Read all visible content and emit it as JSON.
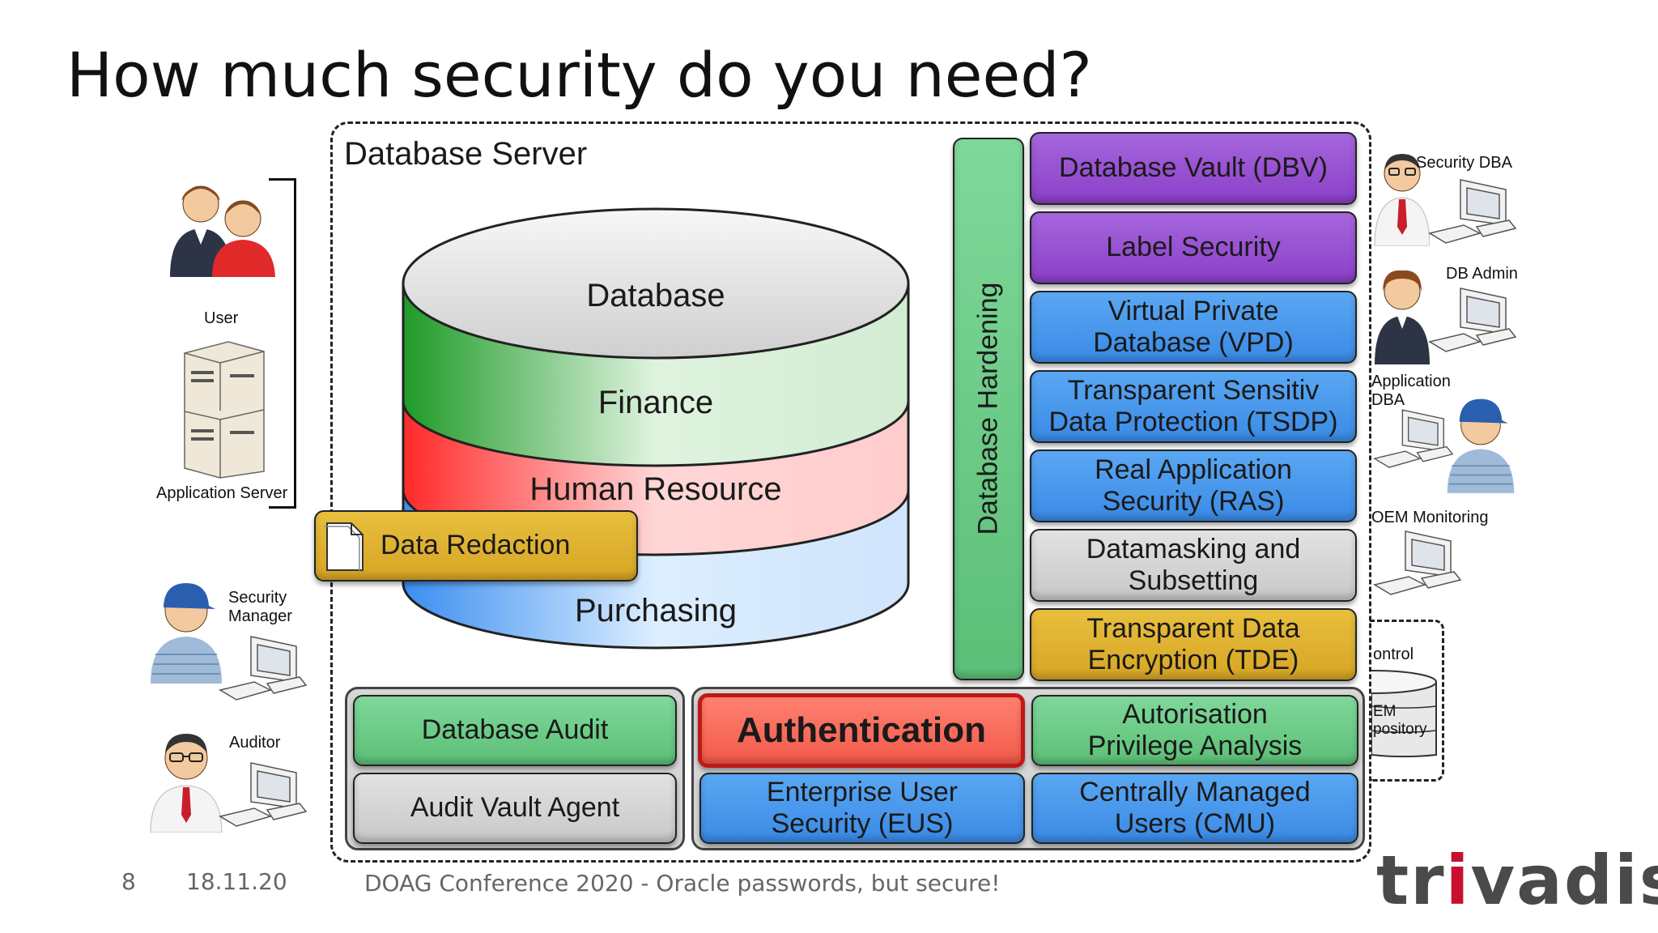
{
  "title": "How much security do you need?",
  "server": {
    "label": "Database Server"
  },
  "database": {
    "layers": [
      "Database",
      "Finance",
      "Human Resource",
      "Purchasing"
    ],
    "redaction": "Data Redaction"
  },
  "hardening": "Database Hardening",
  "features": [
    {
      "label": "Database Vault (DBV)",
      "color": "#9b51d6"
    },
    {
      "label": "Label Security",
      "color": "#9b51d6"
    },
    {
      "label": "Virtual Private\nDatabase (VPD)",
      "color": "#4a9aef"
    },
    {
      "label": "Transparent Sensitiv\nData Protection (TSDP)",
      "color": "#4a9aef"
    },
    {
      "label": "Real Application\nSecurity (RAS)",
      "color": "#4a9aef"
    },
    {
      "label": "Datamasking and\nSubsetting",
      "color": "#d4d4d4"
    },
    {
      "label": "Transparent Data\nEncryption (TDE)",
      "color": "#e0b22e"
    }
  ],
  "bottom": {
    "audit": "Database Audit",
    "audit_vault": "Audit Vault Agent",
    "authentication": "Authentication",
    "authorisation": "Autorisation\nPrivilege Analysis",
    "eus": "Enterprise User\nSecurity (EUS)",
    "cmu": "Centrally Managed\nUsers (CMU)"
  },
  "left": {
    "user": "User",
    "app_server": "Application Server",
    "security_manager": "Security\nManager",
    "auditor": "Auditor"
  },
  "right": {
    "security_dba": "Security DBA",
    "db_admin": "DB Admin",
    "app_dba": "Application\nDBA",
    "oem": "OEM Monitoring",
    "control": "ontrol",
    "repo": "EM\npository"
  },
  "footer": {
    "page": "8",
    "date": "18.11.20",
    "conference": "DOAG Conference 2020 - Oracle passwords, but secure!"
  },
  "logo": {
    "part1": "tr",
    "part2": "i",
    "part3": "vadis"
  },
  "colors": {
    "purple": "#9b51d6",
    "blue": "#4a9aef",
    "gray": "#d4d4d4",
    "yellow": "#e0b22e",
    "green": "#6cc986",
    "red": "#f26b5b",
    "brand": "#c8102e"
  }
}
